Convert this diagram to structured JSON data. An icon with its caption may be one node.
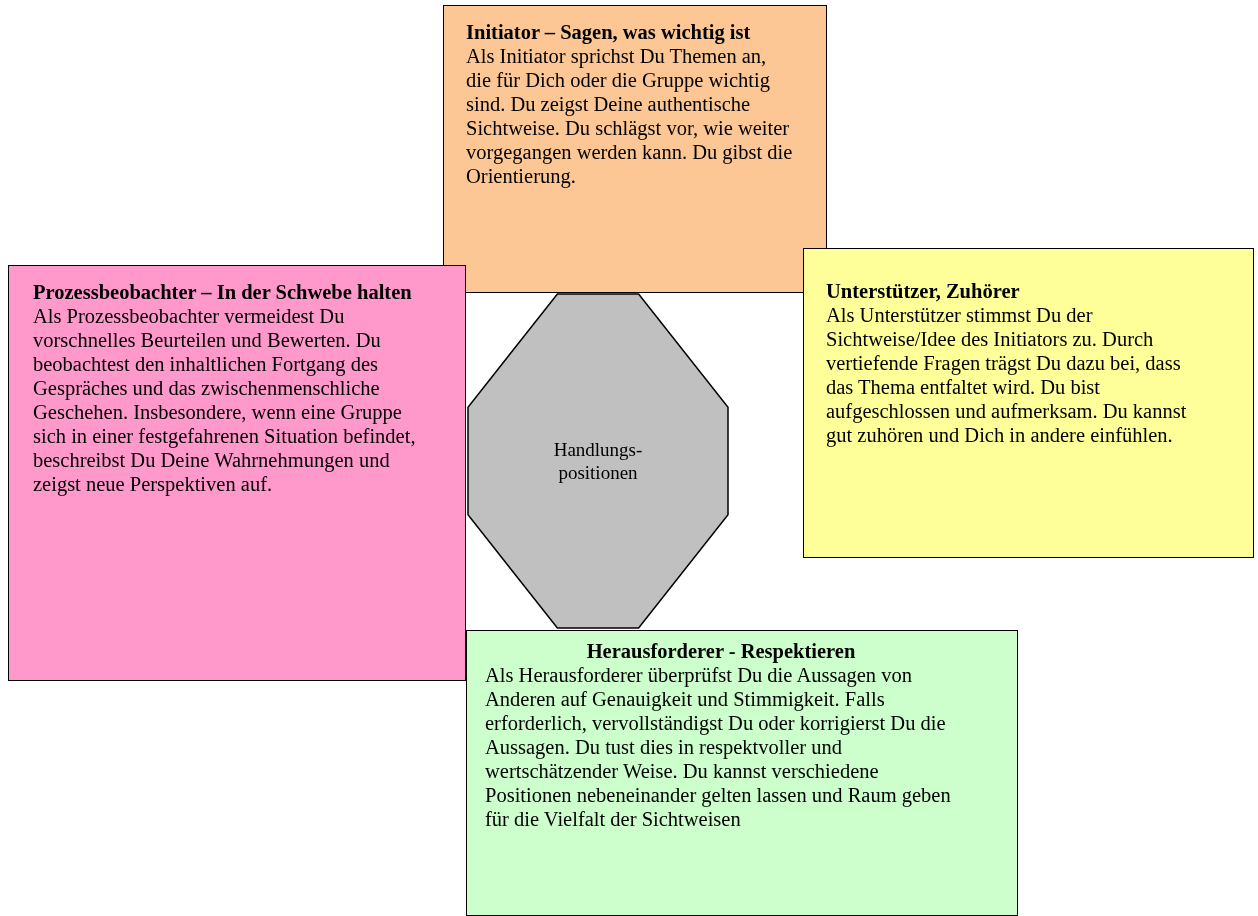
{
  "diagram": {
    "nodes": [
      {
        "text": [
          "Initiator – Sagen, was wichtig ist",
          "Als Initiator sprichst Du Themen an, die für Dich oder die Gruppe wichtig sind. Du zeigst Deine authentische Sichtweise. Du schlägst vor, wie weiter vorgegangen werden kann. Du gibst die Orientierung."
        ]
      },
      {
        "text": [
          "Unterstützer, Zuhörer",
          "Als Unterstützer stimmst Du der Sichtweise/Idee des Initiators zu. Durch vertiefende Fragen trägst Du dazu bei, dass das Thema entfaltet wird. Du bist aufgeschlossen und aufmerksam. Du kannst gut zuhören und Dich in andere einfühlen."
        ]
      },
      {
        "text": [
          "Prozessbeobachter – In der Schwebe halten",
          "Als Prozessbeobachter vermeidest Du vorschnelles Beurteilen und Bewerten. Du beobachtest den inhaltlichen Fortgang des Gespräches und das zwischenmenschliche Geschehen. Insbesondere, wenn eine Gruppe sich in einer festgefahrenen Situation befindet, beschreibst Du Deine Wahrnehmungen und zeigst neue Perspektiven auf."
        ]
      },
      {
        "text": [
          "Handlungs- positionen"
        ]
      },
      {
        "text": [
          "Herausforderer - Respektieren",
          "Als Herausforderer überprüfst Du die Aussagen von Anderen auf Genauigkeit und Stimmigkeit. Falls erforderlich, vervollständigst Du oder korrigierst Du die Aussagen. Du tust dies in respektvoller und wertschätzender Weise. Du kannst verschiedene Positionen nebeneinander gelten lassen und Raum geben für die Vielfalt der Sichtweisen"
        ]
      }
    ]
  }
}
